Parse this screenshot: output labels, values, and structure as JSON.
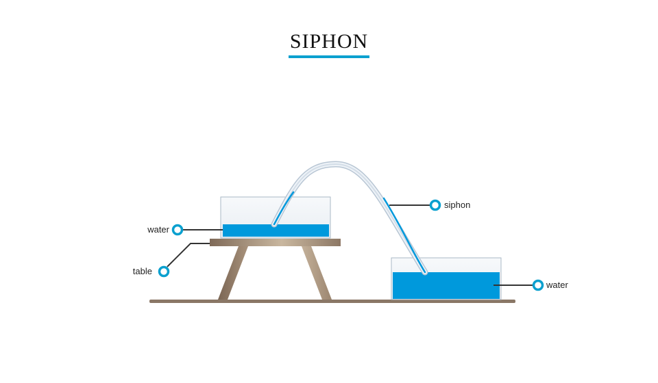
{
  "title": "SIPHON",
  "labels": {
    "water_upper": "water",
    "table": "table",
    "siphon": "siphon",
    "water_lower": "water"
  },
  "colors": {
    "accent": "#0aa0cf",
    "water": "#0099dc",
    "table": "#a58f78",
    "leader": "#333333"
  }
}
